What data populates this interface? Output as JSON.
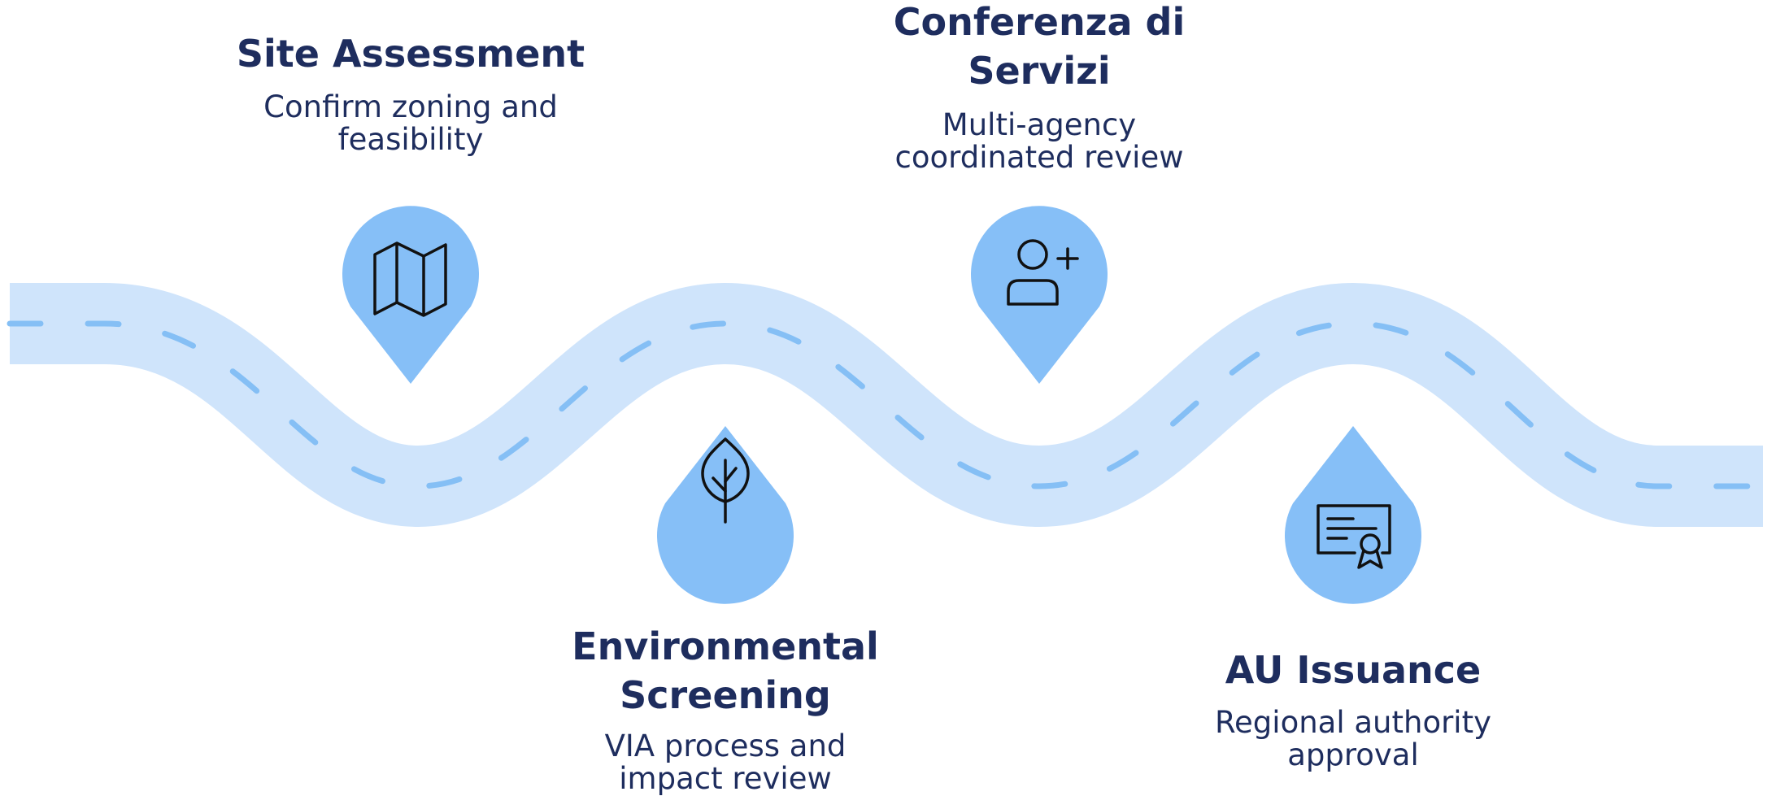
{
  "colors": {
    "road": "#cfe4fb",
    "dash": "#85bff5",
    "pin": "#86bff7",
    "icon": "#111111",
    "text": "#1e2d5e",
    "background": "#ffffff"
  },
  "steps": [
    {
      "title": [
        "Site Assessment"
      ],
      "description": [
        "Confirm zoning and",
        "feasibility"
      ],
      "icon": "map-icon"
    },
    {
      "title": [
        "Environmental",
        "Screening"
      ],
      "description": [
        "VIA process and",
        "impact review"
      ],
      "icon": "leaf-icon"
    },
    {
      "title": [
        "Conferenza di",
        "Servizi"
      ],
      "description": [
        "Multi-agency",
        "coordinated review"
      ],
      "icon": "add-user-icon"
    },
    {
      "title": [
        "AU Issuance"
      ],
      "description": [
        "Regional authority",
        "approval"
      ],
      "icon": "certificate-icon"
    }
  ]
}
